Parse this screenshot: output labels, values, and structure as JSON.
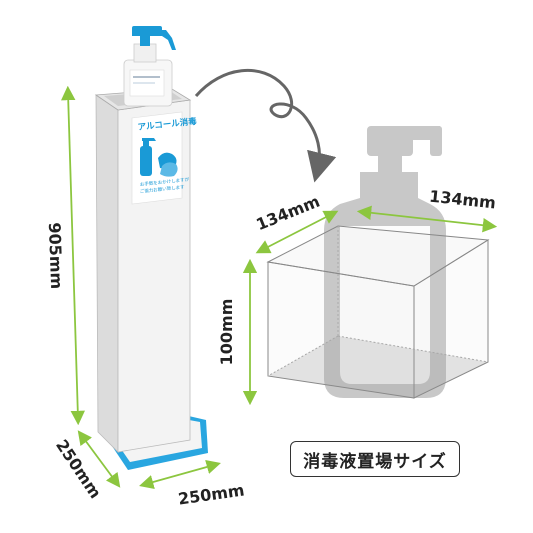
{
  "stand": {
    "label_title": "アルコール消毒",
    "label_note_line1": "お手数をおかけしますが",
    "label_note_line2": "ご協力お願い致します",
    "height_dimension": "905mm",
    "depth_dimension": "250mm",
    "width_dimension": "250mm"
  },
  "space": {
    "width_dimension": "134mm",
    "depth_dimension": "134mm",
    "height_dimension": "100mm",
    "caption": "消毒液置場サイズ"
  },
  "colors": {
    "dimension_green": "#8cc63f",
    "base_blue": "#29a6e0",
    "pump_blue": "#1a9ad6",
    "silhouette_gray": "#c8c8c8"
  }
}
